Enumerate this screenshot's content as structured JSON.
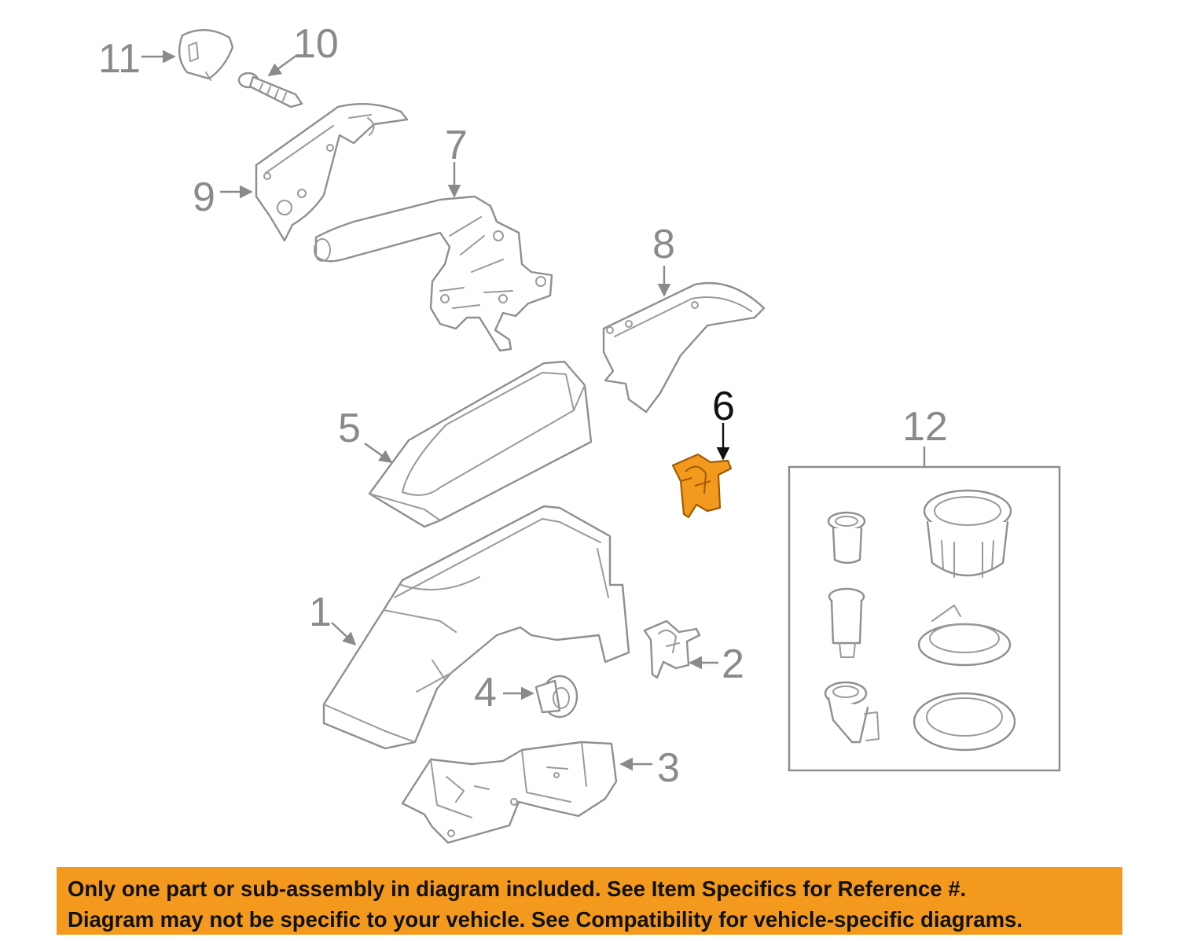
{
  "callouts": {
    "c1": "1",
    "c2": "2",
    "c3": "3",
    "c4": "4",
    "c5": "5",
    "c6": "6",
    "c7": "7",
    "c8": "8",
    "c9": "9",
    "c10": "10",
    "c11": "11",
    "c12": "12"
  },
  "highlighted_part": "6",
  "colors": {
    "highlight": "#f39a1e",
    "line_art": "#8f8f8f",
    "banner_background": "#f39a1e",
    "banner_text": "#111111"
  },
  "notice": {
    "line1": "Only one part or sub-assembly in diagram included. See Item Specifics for Reference #.",
    "line2": "Diagram may not be specific to your vehicle. See Compatibility for vehicle-specific diagrams."
  }
}
